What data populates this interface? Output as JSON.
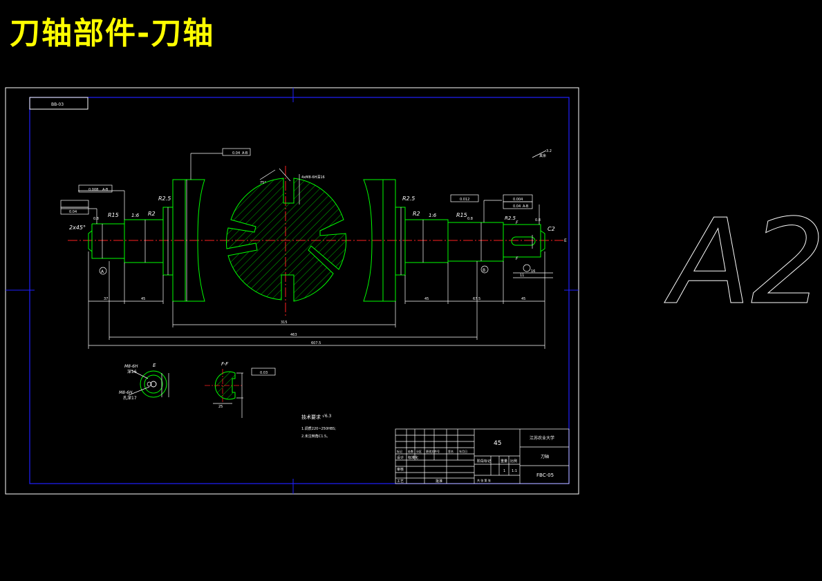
{
  "title": "刀轴部件-刀轴",
  "sheet_size": "A2",
  "drawing_no_box": "BB-03",
  "tolerances": {
    "left_runout": "0.008",
    "left_cyl": "0.04",
    "left_ref": "A-B",
    "top_runout": "0.04",
    "top_ref": "A-B",
    "right_runout": "0.012",
    "right_cyl": "0.004",
    "right_cyl2": "0.04",
    "right_ref": "A-B",
    "datum_a": "A",
    "datum_b": "B",
    "keyway_sym": "0.03"
  },
  "labels": {
    "chamfer": "2x45°",
    "r15_left": "R15",
    "r2_left": "R2",
    "r25_left": "R2.5",
    "r25_right": "R2.5",
    "r2_right": "R2",
    "r15_right": "R15",
    "r25_far": "R2.5",
    "slope": "1:6",
    "surface_07": "0.8",
    "surface_16": "1.6",
    "surface_32": "3.2",
    "rest": "其余",
    "section_e": "E",
    "section_f": "F",
    "section_ff": "F-F",
    "c2": "C2",
    "dim_a": "37",
    "dim_b": "45",
    "dim_c": "45",
    "dim_d": "67.5",
    "dim_e": "45",
    "dim_f": "16",
    "dim_g": "11",
    "dim_total1": "315",
    "dim_total2": "463",
    "dim_total3": "607.5",
    "thread1": "M8-6H",
    "thread1b": "深16",
    "thread2": "M8-6H",
    "thread2b": "孔深17",
    "f_dim": "25",
    "f_sym": "0.03",
    "angle": "75°",
    "hole_note": "4xM8-6H深16"
  },
  "tech_notes": {
    "heading": "技术要求",
    "mark": "√6.3",
    "line1": "1.调质220~250HBS;",
    "line2": "2.未注倒角C1.5。"
  },
  "title_block": {
    "material": "45",
    "school": "江苏农业大学",
    "part_name": "刀轴",
    "drawing_no": "FBC-05",
    "scale": "1:1",
    "qty": "1",
    "row_labels": [
      "标记",
      "处数",
      "分区",
      "更改文件号",
      "签名",
      "年月日"
    ],
    "design": "设计",
    "std": "标准化",
    "check": "审核",
    "process": "工艺",
    "approve": "批准",
    "stage": "阶段标记",
    "weight": "重量",
    "ratio": "比例",
    "sheets": "共  张  第  张"
  }
}
